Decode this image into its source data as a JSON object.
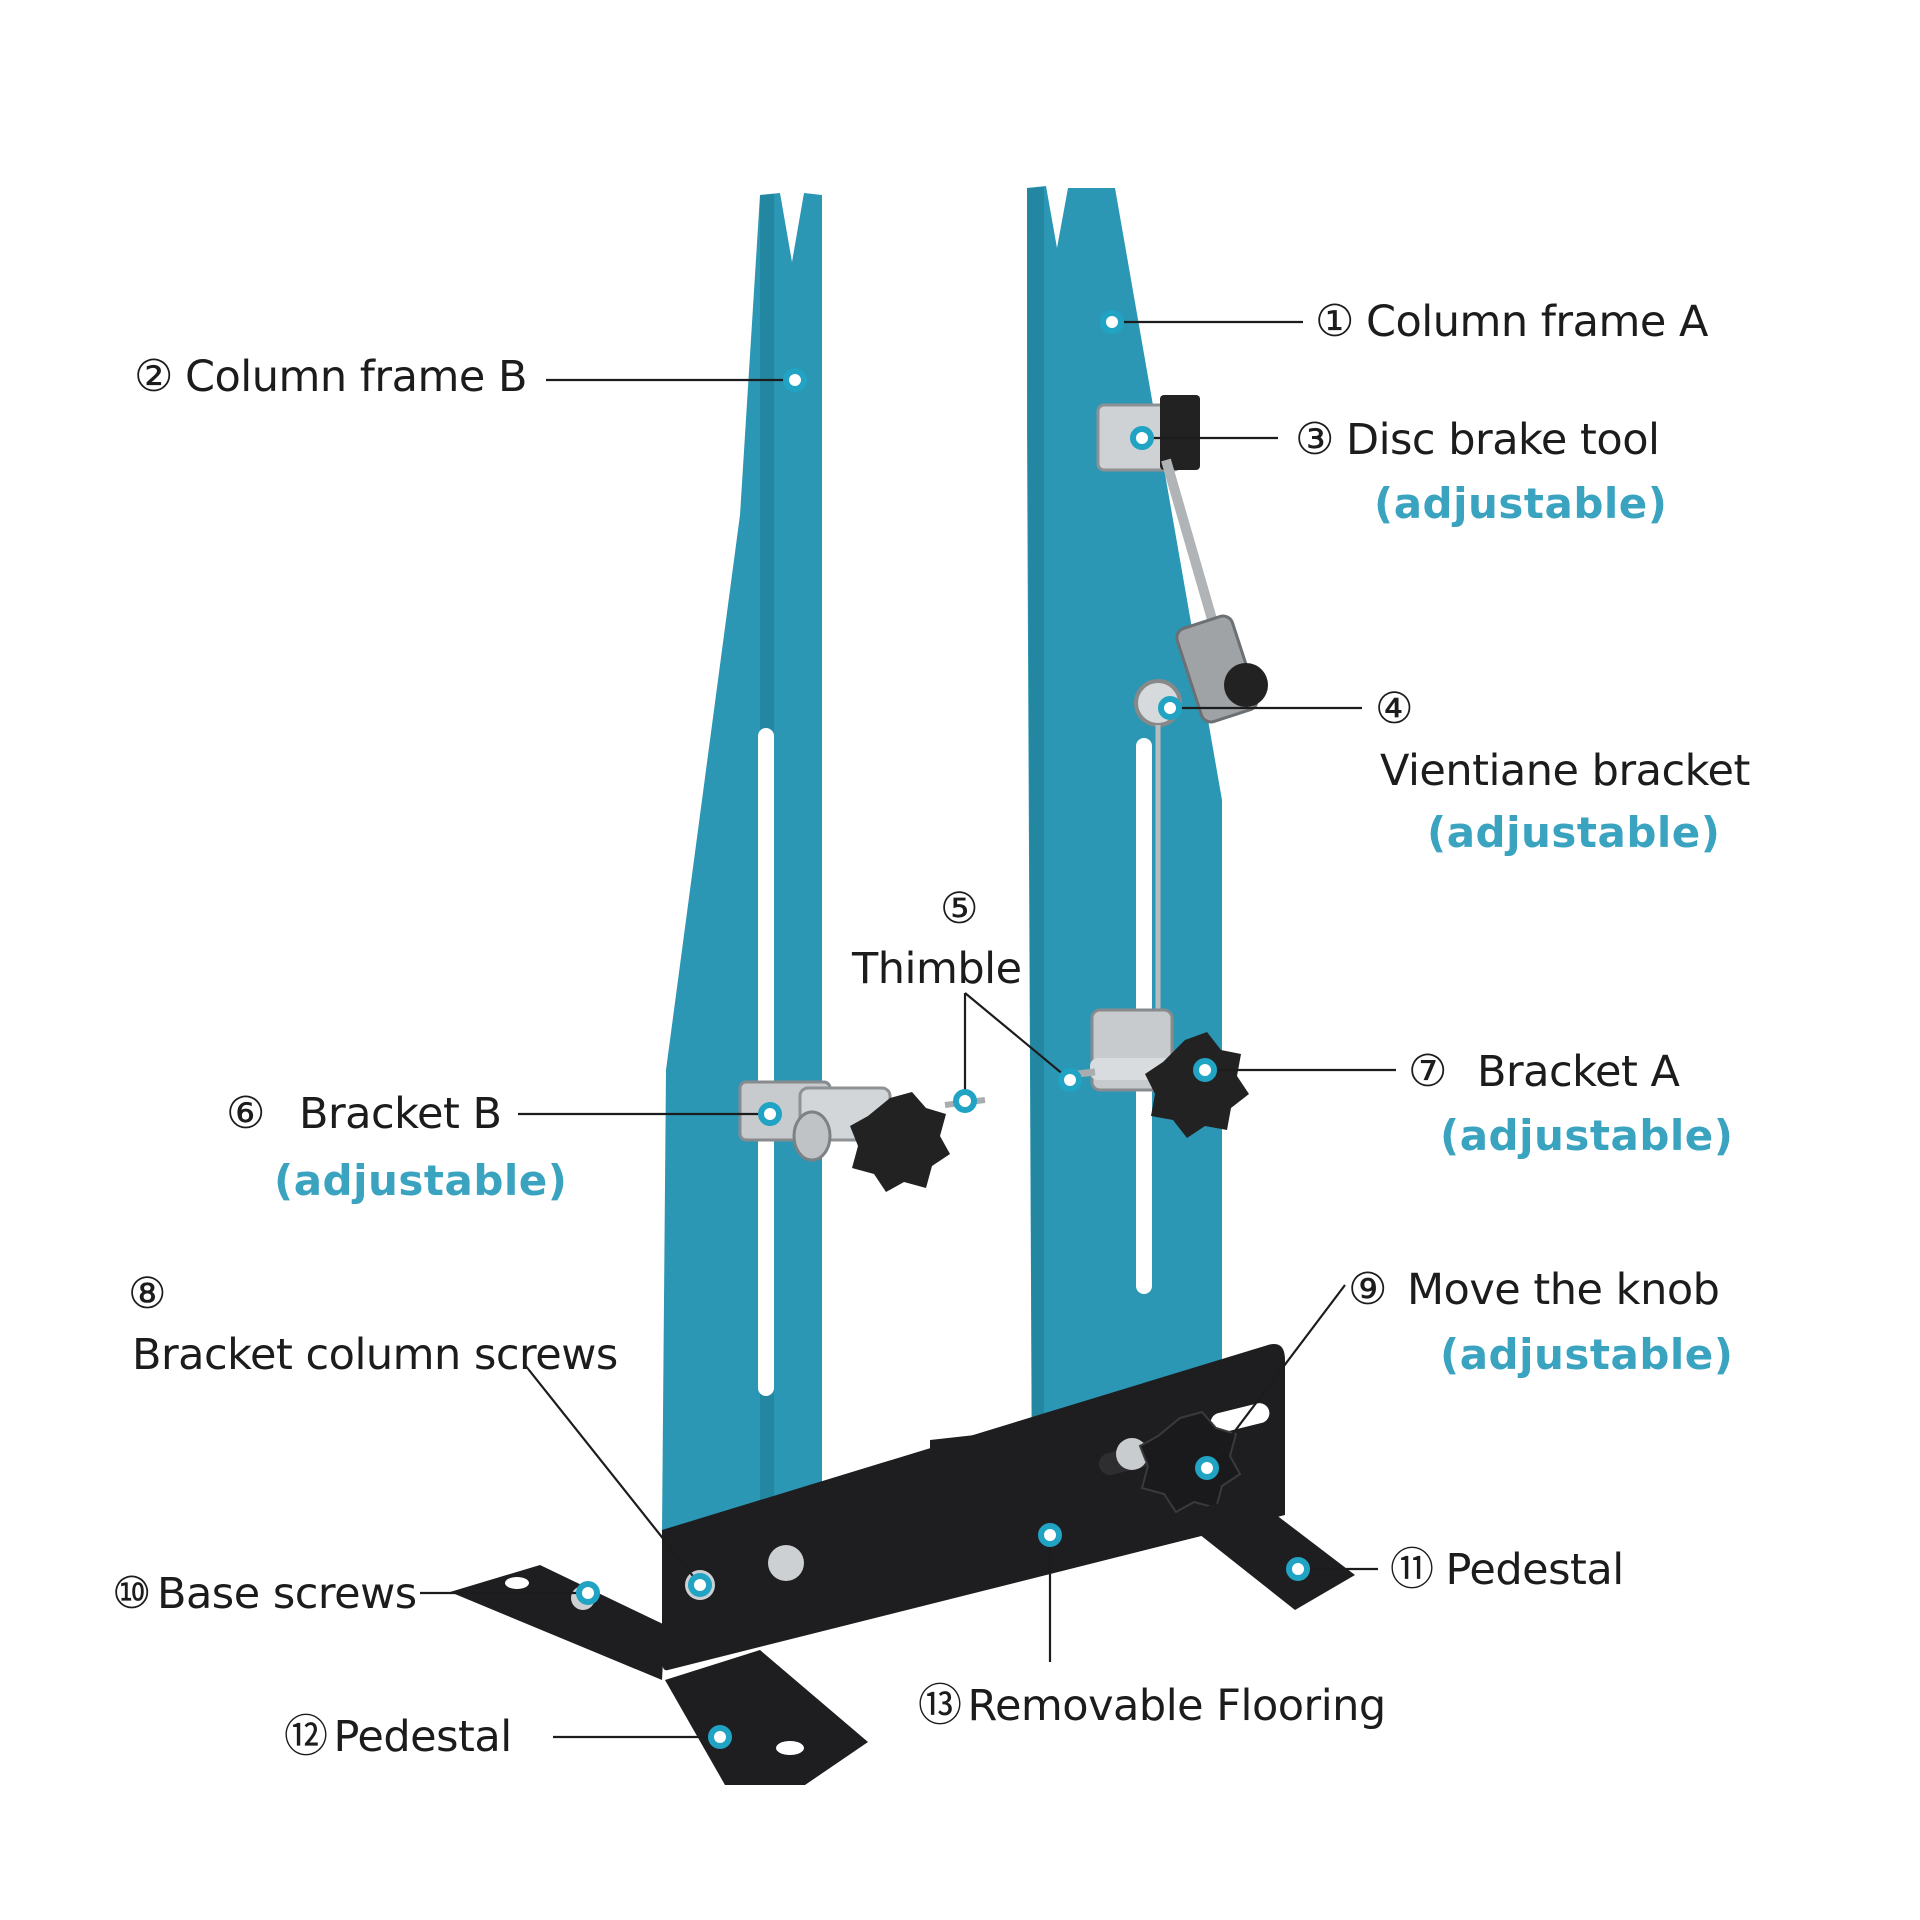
{
  "colors": {
    "frame": "#2b97b5",
    "frame_dark": "#1f7d96",
    "base": "#1e1e20",
    "accent": "#3aa3c0",
    "label_text": "#1c1c1c",
    "leader": "#1c1c1c",
    "marker": "#21a3c4"
  },
  "callouts": [
    {
      "id": "column-frame-a",
      "number": "①",
      "label": "Column frame A",
      "note": ""
    },
    {
      "id": "column-frame-b",
      "number": "②",
      "label": "Column frame B",
      "note": ""
    },
    {
      "id": "disc-brake-tool",
      "number": "③",
      "label": "Disc brake tool",
      "note": "(adjustable)"
    },
    {
      "id": "vientiane-bracket",
      "number": "④",
      "label": "Vientiane bracket",
      "note": "(adjustable)"
    },
    {
      "id": "thimble",
      "number": "⑤",
      "label": "Thimble",
      "note": ""
    },
    {
      "id": "bracket-b",
      "number": "⑥",
      "label": "Bracket B",
      "note": "(adjustable)"
    },
    {
      "id": "bracket-a",
      "number": "⑦",
      "label": "Bracket A",
      "note": "(adjustable)"
    },
    {
      "id": "bracket-column-screws",
      "number": "⑧",
      "label": "Bracket column screws",
      "note": ""
    },
    {
      "id": "move-the-knob",
      "number": "⑨",
      "label": "Move the knob",
      "note": "(adjustable)"
    },
    {
      "id": "base-screws",
      "number": "⑩",
      "label": "Base screws",
      "note": ""
    },
    {
      "id": "pedestal-11",
      "number": "⑪",
      "label": "Pedestal",
      "note": ""
    },
    {
      "id": "pedestal-12",
      "number": "⑫",
      "label": "Pedestal",
      "note": ""
    },
    {
      "id": "removable-flooring",
      "number": "⑬",
      "label": "Removable Flooring",
      "note": ""
    }
  ]
}
